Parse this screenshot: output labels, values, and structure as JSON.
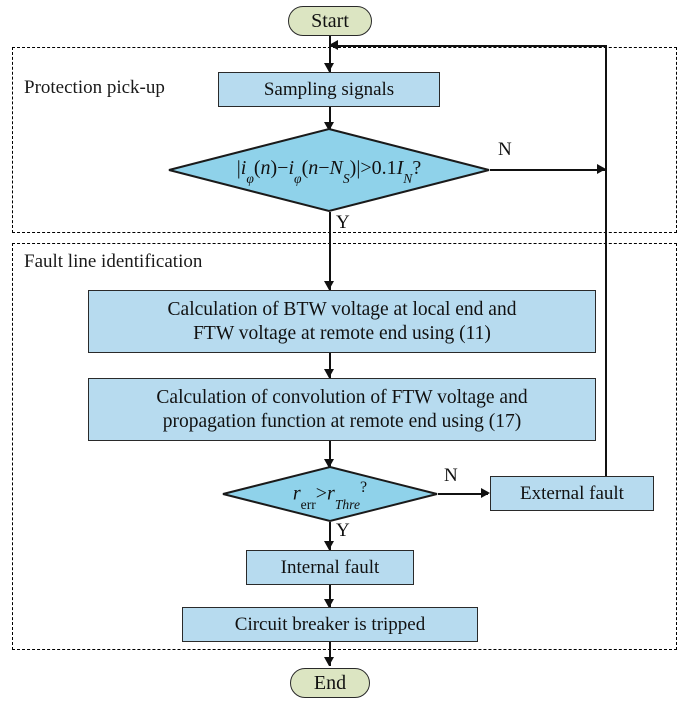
{
  "diagram": {
    "title": "Protection algorithm flowchart",
    "colors": {
      "process_fill": "#b7dbef",
      "terminator_fill": "#dce5c2",
      "stroke": "#2a2a2a",
      "line": "#111111",
      "background": "#ffffff"
    },
    "groups": [
      {
        "id": "group-protection-pickup",
        "label": "Protection pick-up"
      },
      {
        "id": "group-fault-line-identification",
        "label": "Fault line identification"
      }
    ],
    "nodes": {
      "start": {
        "label": "Start",
        "type": "terminator"
      },
      "sampling": {
        "label": "Sampling signals",
        "type": "process"
      },
      "pickup_decision": {
        "type": "decision",
        "text": "|iφ(n)−iφ(n−NS)|>0.1IN?",
        "parts": {
          "bar_open": "|",
          "i1": "i",
          "phi1": "φ",
          "n1": "(n)",
          "minus1": "−",
          "i2": "i",
          "phi2": "φ",
          "n2": "(n",
          "minus2": "−",
          "N": "N",
          "S": "S",
          "close": ")",
          "bar_close": "|",
          "gt": ">",
          "value": "0.1",
          "I": "I",
          "IN_sub": "N",
          "question": "?"
        }
      },
      "calc_btw_ftw": {
        "type": "process",
        "line1": "Calculation of BTW voltage at local end and",
        "line2": "FTW voltage at remote end using (11)"
      },
      "calc_convolution": {
        "type": "process",
        "line1": "Calculation of convolution of FTW voltage and",
        "line2": "propagation function at remote end using (17)"
      },
      "ratio_decision": {
        "type": "decision",
        "text": "rerr>rThre?",
        "parts": {
          "r1": "r",
          "err": "err",
          "gt": ">",
          "r2": "r",
          "thre": "Thre",
          "question": "?"
        }
      },
      "external_fault": {
        "label": "External fault",
        "type": "process"
      },
      "internal_fault": {
        "label": "Internal fault",
        "type": "process"
      },
      "circuit_breaker": {
        "label": "Circuit breaker is tripped",
        "type": "process"
      },
      "end": {
        "label": "End",
        "type": "terminator"
      }
    },
    "branch_labels": {
      "pickup_no": "N",
      "pickup_yes": "Y",
      "ratio_no": "N",
      "ratio_yes": "Y"
    }
  }
}
